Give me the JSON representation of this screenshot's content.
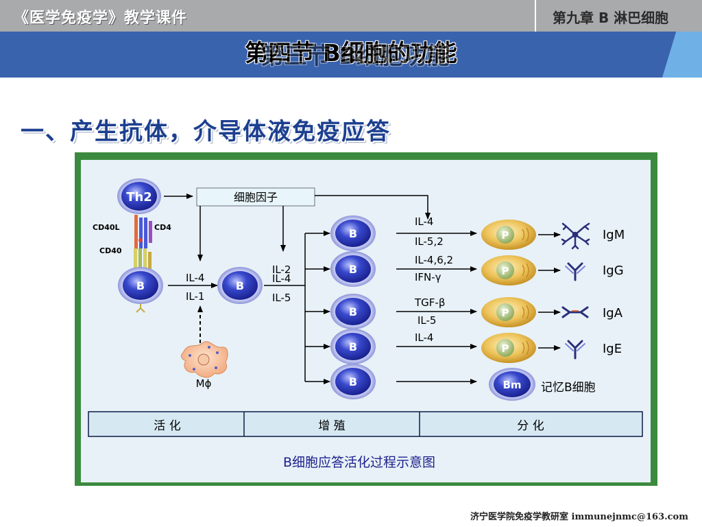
{
  "header": {
    "course_title": "《医学免疫学》教学课件",
    "chapter": "第九章  B 淋巴细胞",
    "section_title": "第四节  B细胞的功能",
    "ghost_text": "第三节  B细胞功能"
  },
  "slide": {
    "heading": "一、产生抗体，介导体液免疫应答"
  },
  "diagram": {
    "caption": "B细胞应答活化过程示意图",
    "cells": {
      "th2": "Th2",
      "b": "B",
      "plasma": "P",
      "memory": "Bm",
      "macrophage": "Mϕ"
    },
    "molecules": {
      "cd40l": "CD40L",
      "cd4": "CD4",
      "cd40": "CD40"
    },
    "cytokine_box": "细胞因子",
    "activation_signals": [
      "IL-4",
      "IL-1"
    ],
    "proliferation_signals": [
      "IL-2",
      "IL-4",
      "IL-5"
    ],
    "branches": [
      {
        "signals": [
          "IL-4",
          "IL-5,2"
        ],
        "product": "IgM"
      },
      {
        "signals": [
          "IL-4,6,2",
          "IFN-γ"
        ],
        "product": "IgG"
      },
      {
        "signals": [
          "TGF-β",
          "IL-5"
        ],
        "product": "IgA"
      },
      {
        "signals": [
          "IL-4"
        ],
        "product": "IgE"
      },
      {
        "signals": [],
        "product": "记忆B细胞"
      }
    ],
    "stages": [
      "活  化",
      "增  殖",
      "分  化"
    ]
  },
  "footer": {
    "text": "济宁医学院免疫学教研室  immunejnmc@163.com"
  },
  "colors": {
    "band": "#3a63ae",
    "heading": "#1c3f8f",
    "frame": "#3c8a3f",
    "b_cell": "#2f3fb8",
    "plasma_cell": "#e2b74a"
  }
}
